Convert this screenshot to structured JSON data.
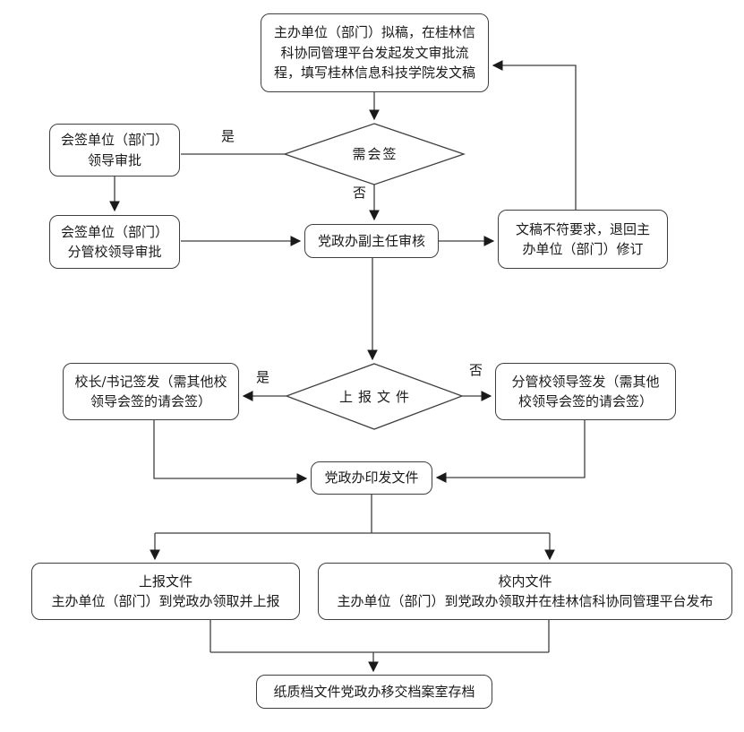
{
  "flowchart": {
    "nodes": {
      "draft": {
        "text": "主办单位（部门）拟稿，在桂林信科协同管理平台发起发文审批流程，填写桂林信息科技学院发文稿"
      },
      "need_countersign": {
        "text": "需会签"
      },
      "countersign_leader": {
        "line1": "会签单位（部门）",
        "line2": "领导审批"
      },
      "countersign_vice_leader": {
        "line1": "会签单位（部门）",
        "line2": "分管校领导审批"
      },
      "deputy_director_review": {
        "text": "党政办副主任审核"
      },
      "return_for_revision": {
        "text": "文稿不符要求，退回主办单位（部门）修订"
      },
      "report_decision": {
        "text": "上报文件"
      },
      "president_sign": {
        "text": "校长/书记签发（需其他校领导会签的请会签）"
      },
      "vice_leader_sign": {
        "text": "分管校领导签发（需其他校领导会签的请会签）"
      },
      "issue_document": {
        "text": "党政办印发文件"
      },
      "report_file": {
        "title": "上报文件",
        "detail": "主办单位（部门）到党政办领取并上报"
      },
      "internal_file": {
        "title": "校内文件",
        "detail": "主办单位（部门）到党政办领取并在桂林信科协同管理平台发布"
      },
      "archive": {
        "text": "纸质档文件党政办移交档案室存档"
      }
    },
    "edge_labels": {
      "countersign_yes": "是",
      "countersign_no": "否",
      "report_yes": "是",
      "report_no": "否"
    },
    "colors": {
      "stroke": "#3f3f3f",
      "text": "#1a1a1a",
      "background": "#ffffff"
    }
  }
}
